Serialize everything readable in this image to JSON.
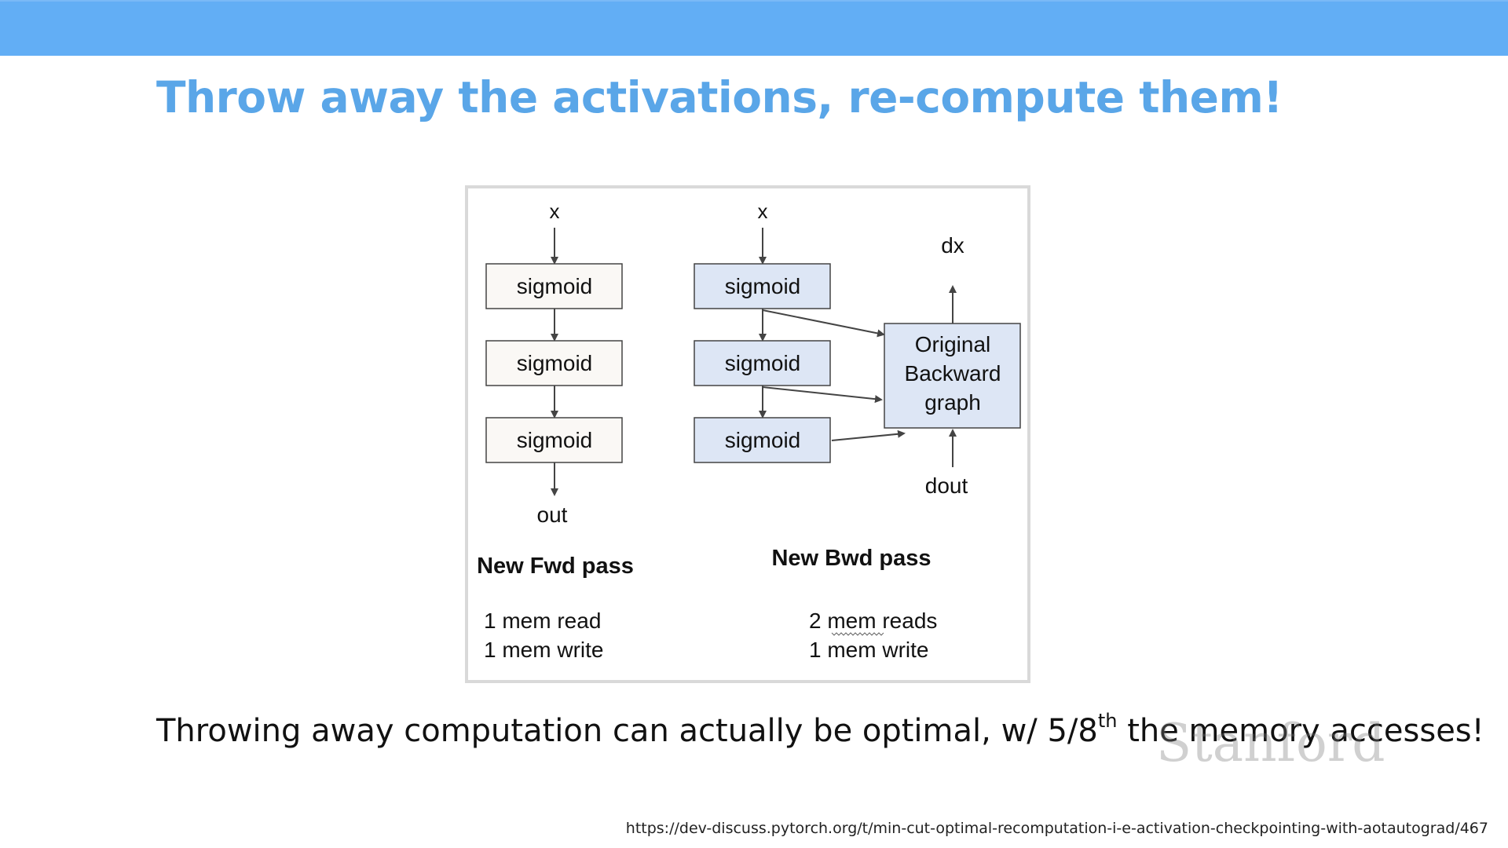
{
  "slide": {
    "title": "Throw away the activations, re-compute them!",
    "caption_before": "Throwing away computation can actually be optimal, w/ 5/8",
    "caption_sup": "th",
    "caption_after": " the memory accesses!",
    "watermark": "Stanford",
    "source_url": "https://dev-discuss.pytorch.org/t/min-cut-optimal-recomputation-i-e-activation-checkpointing-with-aotautograd/467",
    "colors": {
      "band": "#62aef5",
      "title": "#5aa6e8",
      "fwd_box_fill": "#faf8f5",
      "bwd_box_fill": "#dde6f5"
    }
  },
  "diagram": {
    "fwd": {
      "input_label": "x",
      "node_labels": [
        "sigmoid",
        "sigmoid",
        "sigmoid"
      ],
      "output_label": "out",
      "heading": "New Fwd pass",
      "stats": [
        "1 mem read",
        "1 mem write"
      ]
    },
    "bwd": {
      "input_label": "x",
      "node_labels": [
        "sigmoid",
        "sigmoid",
        "sigmoid"
      ],
      "backward_box_lines": [
        "Original",
        "Backward",
        "graph"
      ],
      "grad_out_label": "dx",
      "grad_in_label": "dout",
      "heading": "New Bwd pass",
      "stats": [
        "2 mem reads",
        "1 mem write"
      ]
    }
  }
}
